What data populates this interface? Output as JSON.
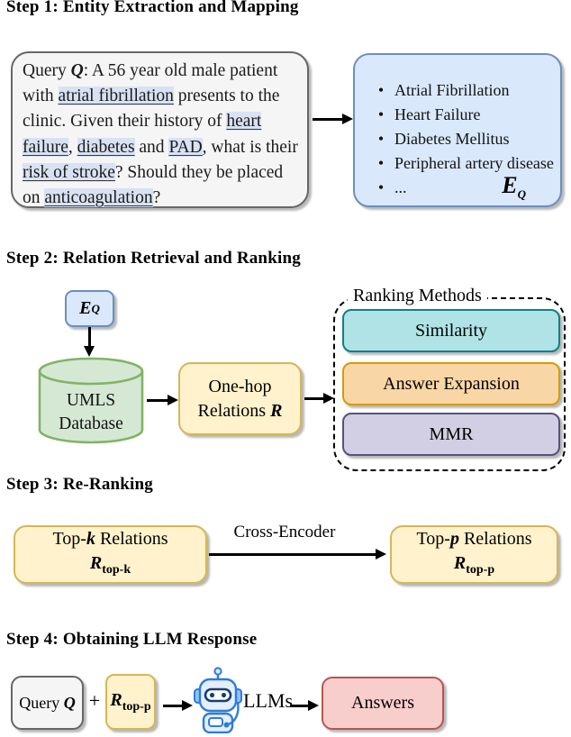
{
  "step1": {
    "title": "Step 1: Entity Extraction and Mapping",
    "query_segments": [
      {
        "t": "Query ",
        "s": "plain"
      },
      {
        "t": "Q",
        "s": "sym"
      },
      {
        "t": ": A 56 year old male patient with ",
        "s": "plain"
      },
      {
        "t": "atrial fibrillation",
        "s": "hl"
      },
      {
        "t": " presents to the clinic. Given their history of ",
        "s": "plain"
      },
      {
        "t": "heart failure",
        "s": "hl"
      },
      {
        "t": ", ",
        "s": "plain"
      },
      {
        "t": "diabetes",
        "s": "hl"
      },
      {
        "t": " and ",
        "s": "plain"
      },
      {
        "t": "PAD",
        "s": "hl"
      },
      {
        "t": ", what is their ",
        "s": "plain"
      },
      {
        "t": "risk of stroke",
        "s": "hl"
      },
      {
        "t": "? Should they be placed on ",
        "s": "plain"
      },
      {
        "t": "anticoagulation",
        "s": "hl"
      },
      {
        "t": "?",
        "s": "plain"
      }
    ],
    "entities": [
      "Atrial Fibrillation",
      "Heart Failure",
      "Diabetes Mellitus",
      "Peripheral artery disease",
      "..."
    ],
    "entity_set_label": "E",
    "entity_set_sub": "Q"
  },
  "step2": {
    "title": "Step 2: Relation Retrieval and Ranking",
    "eq_label": "E",
    "eq_sub": "Q",
    "database_line1": "UMLS",
    "database_line2": "Database",
    "onehop_line1": "One-hop",
    "onehop_line2": "Relations ",
    "onehop_sym": "R",
    "ranking_title": "Ranking Methods",
    "methods": [
      {
        "label": "Similarity",
        "fill": "#b0e3e6",
        "border": "#0e8088"
      },
      {
        "label": "Answer Expansion",
        "fill": "#f9d6a5",
        "border": "#d79b00"
      },
      {
        "label": "MMR",
        "fill": "#d2cee4",
        "border": "#56517e"
      }
    ]
  },
  "step3": {
    "title": "Step 3: Re-Ranking",
    "topk_pre": "Top-",
    "topk_sym": "k",
    "topk_post": " Relations",
    "topk_r": "R",
    "topk_sub": "top-k",
    "arrow_label": "Cross-Encoder",
    "topp_pre": "Top-",
    "topp_sym": "p",
    "topp_post": " Relations",
    "topp_r": "R",
    "topp_sub": "top-p"
  },
  "step4": {
    "title": "Step 4: Obtaining LLM Response",
    "query_label": "Query ",
    "query_sym": "Q",
    "plus": "+",
    "r": "R",
    "r_sub": "top-p",
    "llm_label": "LLMs",
    "answers_label": "Answers"
  },
  "colors": {
    "gray_fill": "#f5f5f5",
    "gray_border": "#666666",
    "blue_fill": "#dae8fc",
    "blue_border": "#6c8ebf",
    "green_fill": "#d5e8d4",
    "green_border": "#82b366",
    "yellow_fill": "#fff2cc",
    "yellow_border": "#d6b656",
    "red_fill": "#f8cecc",
    "red_border": "#b85450",
    "highlight": "#d9e2f3"
  }
}
